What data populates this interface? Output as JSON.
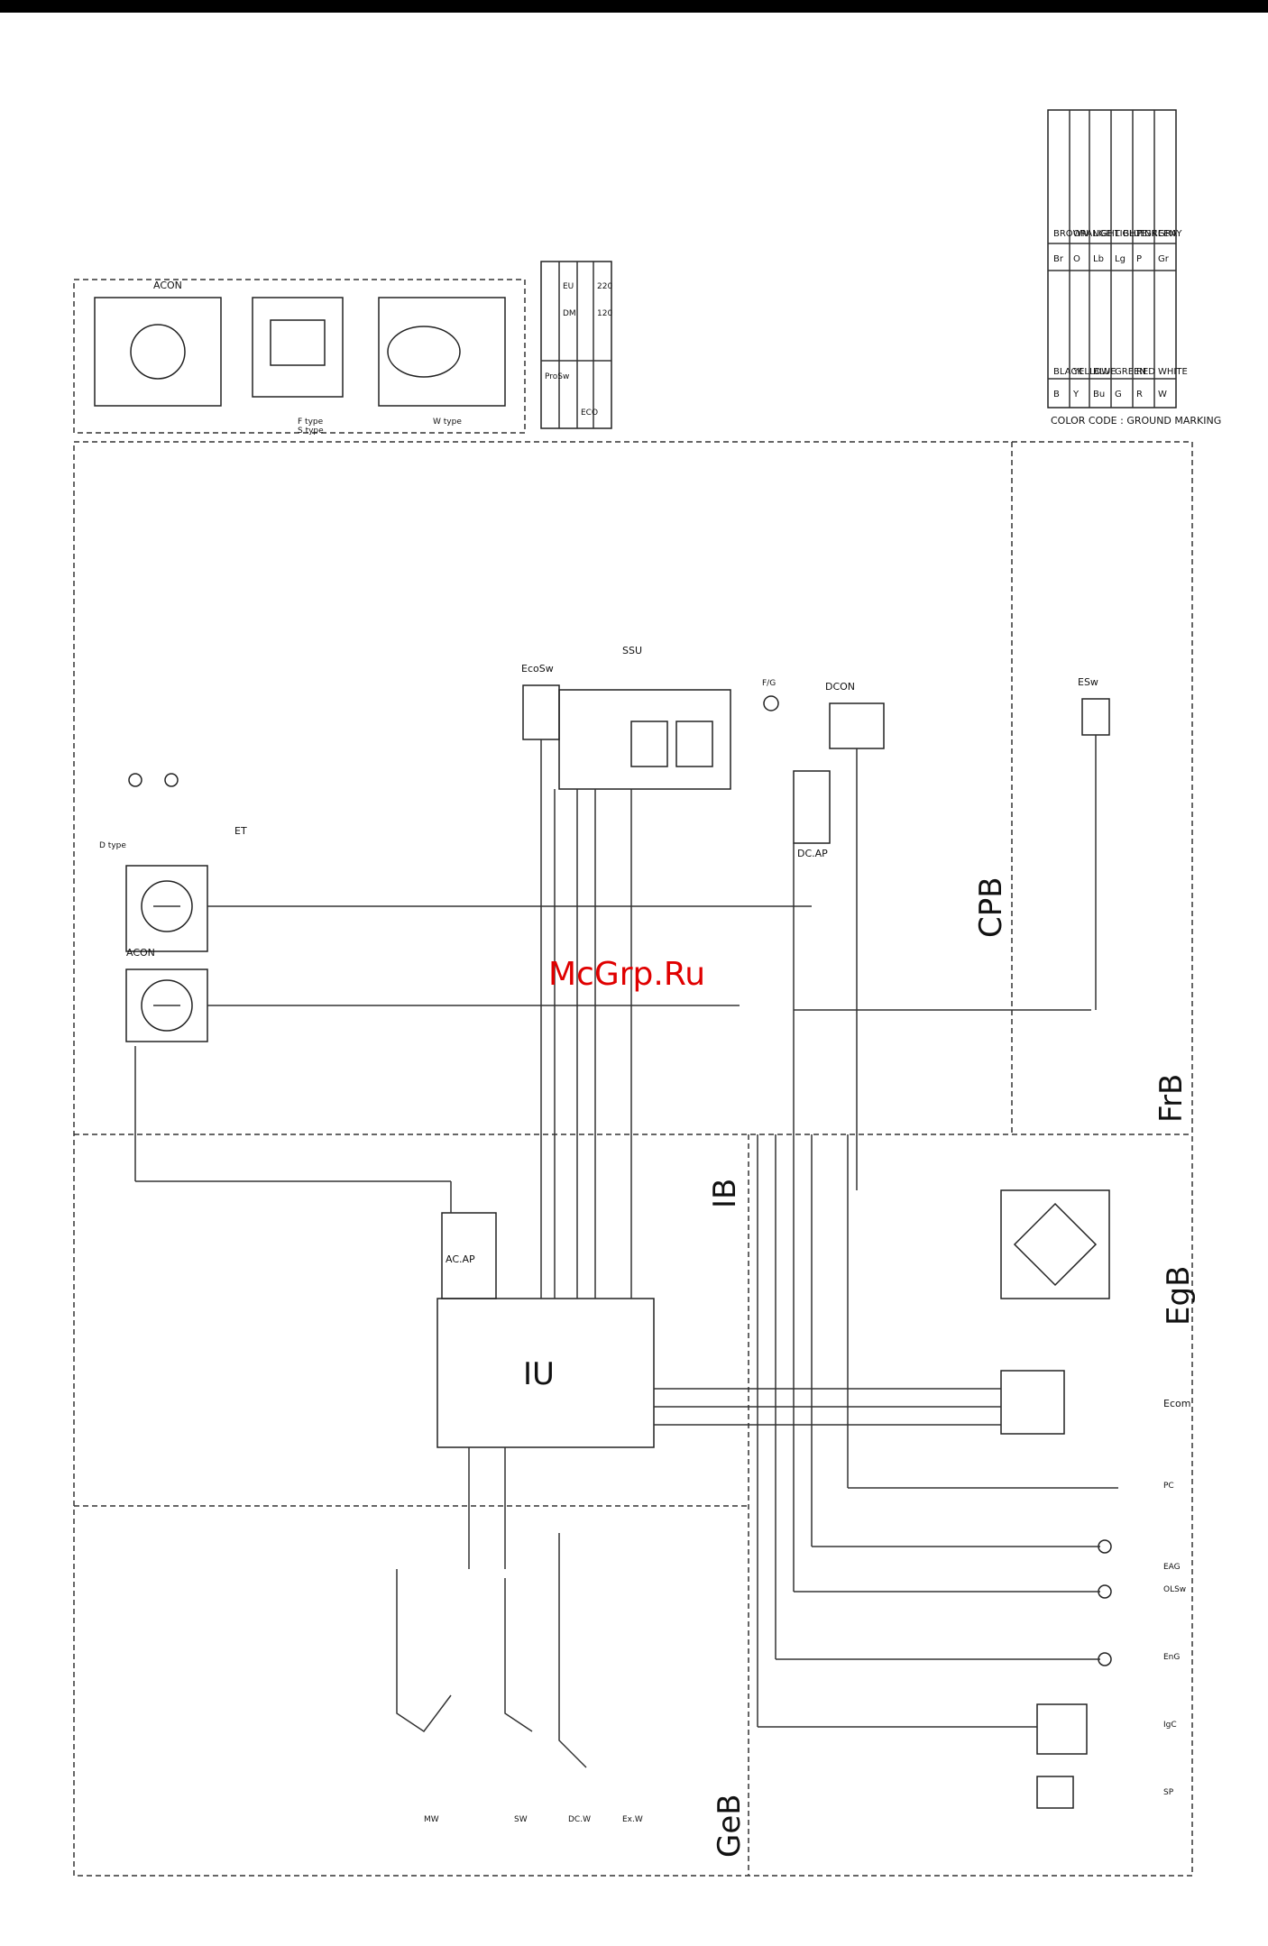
{
  "watermark": "McGrp.Ru",
  "regions": {
    "cpb": "CPB",
    "frb": "FrB",
    "ib": "IB",
    "egb": "EgB",
    "geb": "GeB"
  },
  "components": {
    "iu": "IU",
    "acap": "AC.AP",
    "dcap": "DC.AP",
    "dcon": "DCON",
    "ecosw": "EcoSw",
    "ssu": "SSU",
    "esw": "ESw",
    "acon_top": "ACON",
    "acon_legend": "ACON",
    "d_type": "D type",
    "f_type": "F type",
    "s_type": "S type",
    "w_type": "W type",
    "mw": "MW",
    "sw": "SW",
    "dcw": "DC.W",
    "exw": "Ex.W",
    "fg": "F/G",
    "et": "ET",
    "ecom": "Ecom"
  },
  "bottom_terminals": [
    "SP",
    "IgC",
    "EnG",
    "OLSw",
    "EAG",
    "PC",
    "Ecom"
  ],
  "product_table": {
    "header": "ProSw",
    "rows": [
      [
        "",
        "EU",
        "DM"
      ],
      [
        "ECO",
        "220",
        "120"
      ]
    ]
  },
  "color_code": {
    "rows": [
      [
        "B",
        "BLACK",
        "Br",
        "BROWN"
      ],
      [
        "Y",
        "YELLOW",
        "O",
        "ORANGE"
      ],
      [
        "Bu",
        "BLUE",
        "Lb",
        "LIGHT BLUE"
      ],
      [
        "G",
        "GREEN",
        "Lg",
        "LIGHT GREEN"
      ],
      [
        "R",
        "RED",
        "P",
        "PINK"
      ],
      [
        "W",
        "WHITE",
        "Gr",
        "GRAY"
      ]
    ],
    "caption": "COLOR CODE : GROUND MARKING"
  }
}
